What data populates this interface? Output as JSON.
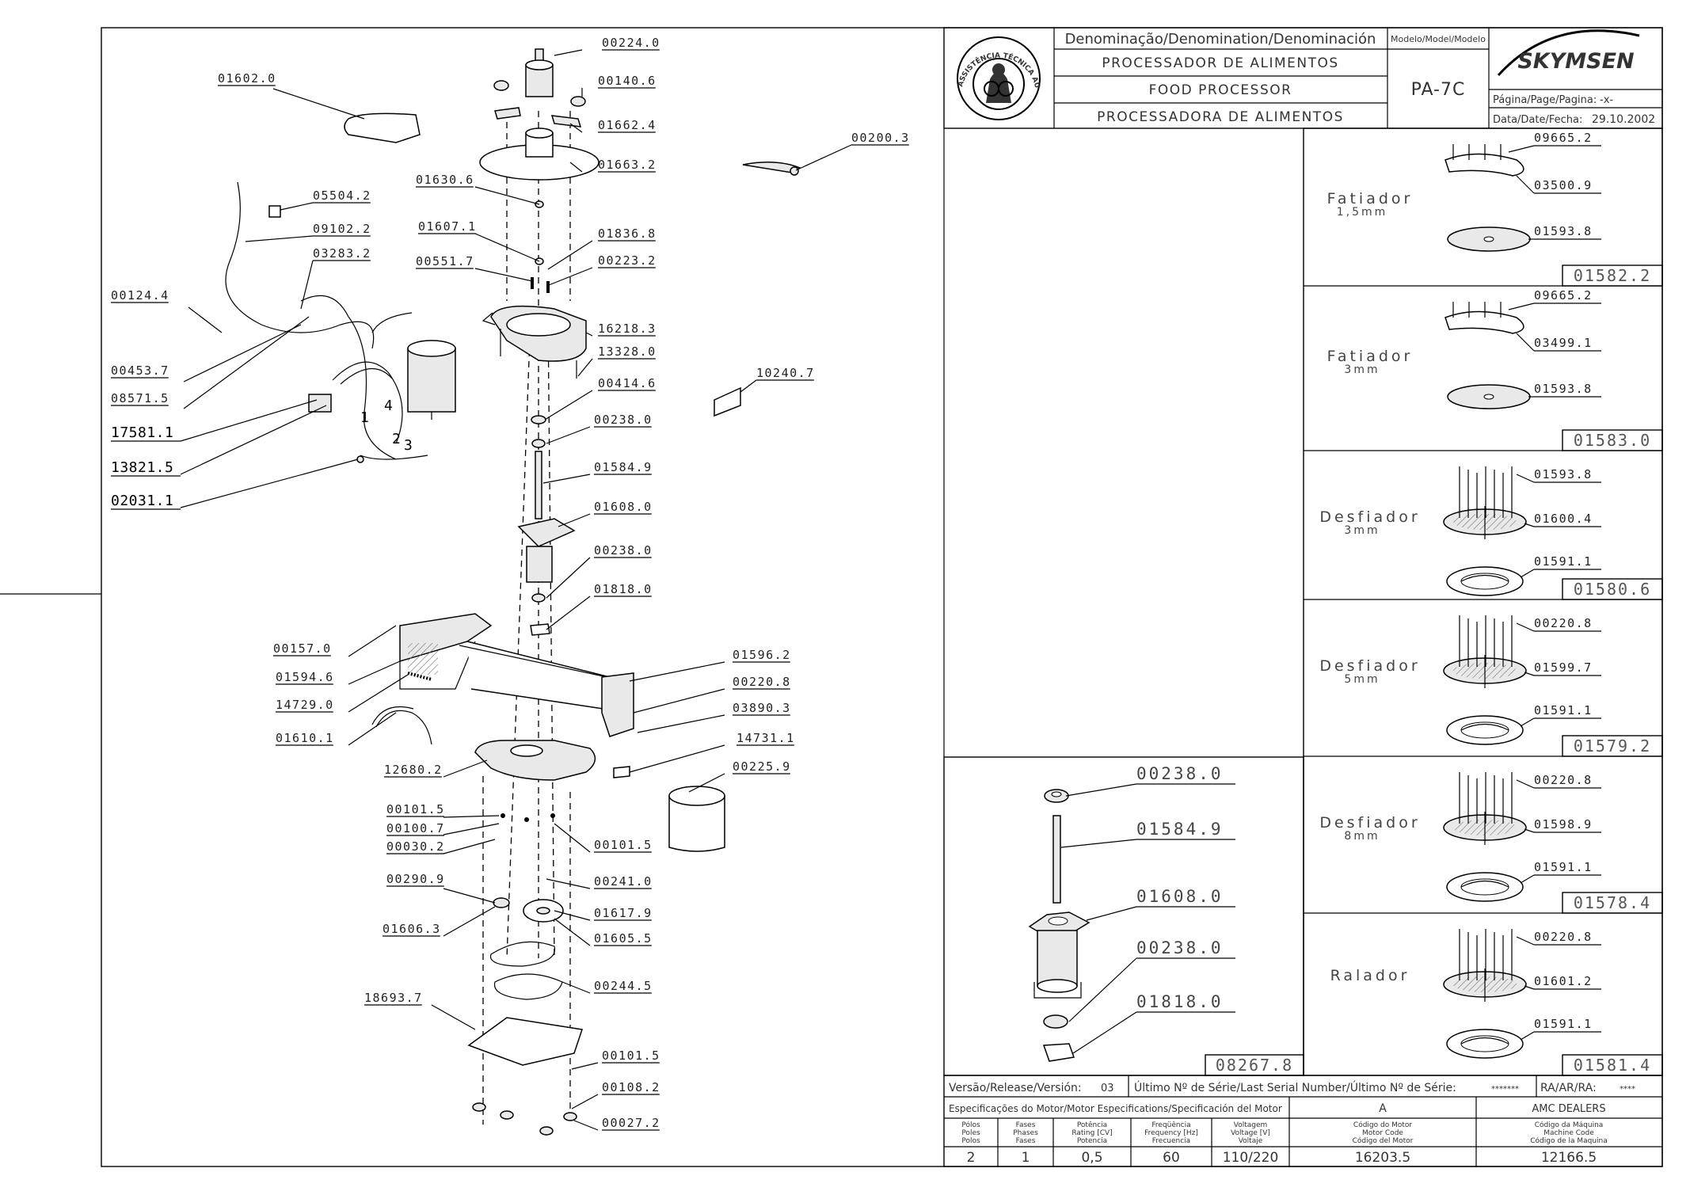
{
  "title_block": {
    "denomination_header": "Denominação/Denomination/Denominación",
    "model_header": "Modelo/Model/Modelo",
    "name_pt": "PROCESSADOR DE ALIMENTOS",
    "name_en": "FOOD PROCESSOR",
    "name_es": "PROCESSADORA DE ALIMENTOS",
    "model": "PA-7C",
    "brand": "SKYMSEN",
    "page_label": "Página/Page/Pagina:",
    "page_value": "-x-",
    "date_label": "Data/Date/Fecha:",
    "date_value": "29.10.2002",
    "seal_text": "ASSISTÊNCIA TÉCNICA AUTORIZADA"
  },
  "footer": {
    "version_label": "Versão/Release/Versión:",
    "version_value": "03",
    "serial_label": "Último Nº de Série/Last Serial Number/Último Nº de Série:",
    "serial_value": "*******",
    "ra_label": "RA/AR/RA:",
    "ra_value": "****",
    "motor_spec_label": "Especificações do Motor/Motor Especifications/Specificación del Motor",
    "col_a": "A",
    "dealers": "AMC DEALERS",
    "headers": [
      [
        "Pólos",
        "Poles",
        "Polos"
      ],
      [
        "Fases",
        "Phases",
        "Fases"
      ],
      [
        "Potência",
        "Rating [CV]",
        "Potencia"
      ],
      [
        "Freqüência",
        "Frequency [Hz]",
        "Frecuencia"
      ],
      [
        "Voltagem",
        "Voltage [V]",
        "Voltaje"
      ],
      [
        "Código do Motor",
        "Motor Code",
        "Código del Motor"
      ],
      [
        "Código da Máquina",
        "Machine Code",
        "Código de la Maquina"
      ]
    ],
    "values": [
      "2",
      "1",
      "0,5",
      "60",
      "110/220",
      "16203.5",
      "12166.5"
    ]
  },
  "main_labels": [
    "00224.0",
    "00140.6",
    "01662.4",
    "01663.2",
    "01602.0",
    "00200.3",
    "01630.6",
    "01607.1",
    "01836.8",
    "00223.2",
    "00551.7",
    "05504.2",
    "09102.2",
    "03283.2",
    "00124.4",
    "16218.3",
    "13328.0",
    "00414.6",
    "00453.7",
    "08571.5",
    "10240.7",
    "00238.0",
    "01584.9",
    "01608.0",
    "00238.0",
    "01818.0",
    "00157.0",
    "01594.6",
    "14729.0",
    "01610.1",
    "01596.2",
    "00220.8",
    "03890.3",
    "14731.1",
    "12680.2",
    "00225.9",
    "00101.5",
    "00100.7",
    "00030.2",
    "00101.5",
    "00241.0",
    "00290.9",
    "01617.9",
    "01606.3",
    "01605.5",
    "00244.5",
    "18693.7",
    "00101.5",
    "00108.2",
    "00027.2"
  ],
  "harness_labels": [
    "17581.1",
    "13821.5",
    "02031.1"
  ],
  "wire_marks": [
    "1",
    "2",
    "3",
    "4"
  ],
  "detail": {
    "labels": [
      "00238.0",
      "01584.9",
      "01608.0",
      "00238.0",
      "01818.0"
    ],
    "code": "08267.8"
  },
  "discs": [
    {
      "name": "Fatiador",
      "size": "1,5mm",
      "labels": [
        "09665.2",
        "03500.9",
        "01593.8"
      ],
      "code": "01582.2"
    },
    {
      "name": "Fatiador",
      "size": "3mm",
      "labels": [
        "09665.2",
        "03499.1",
        "01593.8"
      ],
      "code": "01583.0"
    },
    {
      "name": "Desfiador",
      "size": "3mm",
      "labels": [
        "01593.8",
        "01600.4",
        "01591.1"
      ],
      "code": "01580.6"
    },
    {
      "name": "Desfiador",
      "size": "5mm",
      "labels": [
        "00220.8",
        "01599.7",
        "01591.1"
      ],
      "code": "01579.2"
    },
    {
      "name": "Desfiador",
      "size": "8mm",
      "labels": [
        "00220.8",
        "01598.9",
        "01591.1"
      ],
      "code": "01578.4"
    },
    {
      "name": "Ralador",
      "size": "",
      "labels": [
        "00220.8",
        "01601.2",
        "01591.1"
      ],
      "code": "01581.4"
    }
  ]
}
